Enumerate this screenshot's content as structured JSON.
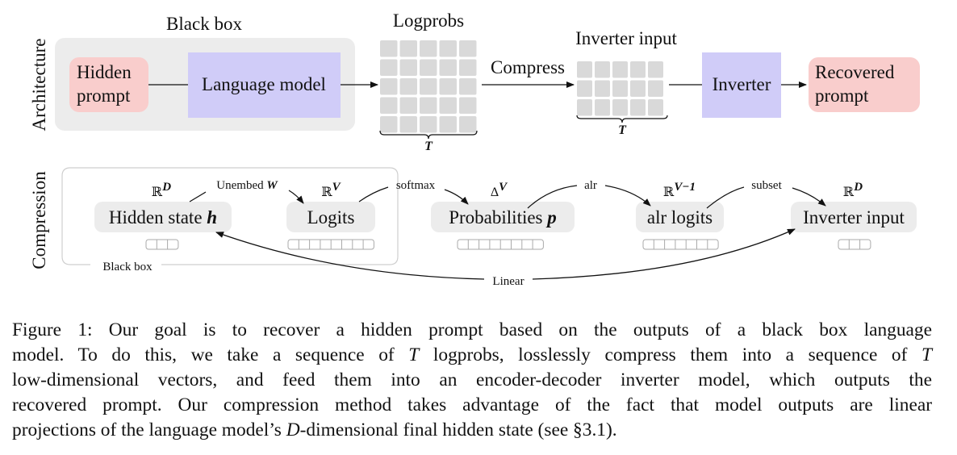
{
  "architecture": {
    "row_label": "Architecture",
    "black_box_label": "Black box",
    "hidden_prompt": [
      "Hidden",
      "prompt"
    ],
    "language_model": "Language model",
    "logprobs_label": "Logprobs",
    "logprobs_brace": "T",
    "compress_label": "Compress",
    "inverter_input_label": "Inverter input",
    "inverter_input_brace": "T",
    "inverter": "Inverter",
    "recovered_prompt": [
      "Recovered",
      "prompt"
    ]
  },
  "compression": {
    "row_label": "Compression",
    "black_box_label": "Black box",
    "nodes": [
      {
        "label": "Hidden state ",
        "var": "h",
        "space": "ℝ",
        "exp": "D"
      },
      {
        "label": "Logits",
        "var": "",
        "space": "ℝ",
        "exp": "V"
      },
      {
        "label": "Probabilities ",
        "var": "p",
        "space": "Δ",
        "exp": "V"
      },
      {
        "label": "alr logits",
        "var": "",
        "space": "ℝ",
        "exp": "V−1"
      },
      {
        "label": "Inverter input",
        "var": "",
        "space": "ℝ",
        "exp": "D"
      }
    ],
    "edges": {
      "unembed": "Unembed ",
      "unembed_var": "W",
      "softmax": "softmax",
      "alr": "alr",
      "subset": "subset",
      "linear": "Linear"
    }
  },
  "caption": {
    "line1": "Figure 1:  Our goal is to recover a hidden prompt based on the outputs of a black box language",
    "line2a": "model. To do this, we take a sequence of ",
    "line2_T1": "T",
    "line2b": " logprobs, losslessly compress them into a sequence of ",
    "line2_T2": "T",
    "line3": "low-dimensional vectors, and feed them into an encoder-decoder inverter model, which outputs the",
    "line4": "recovered prompt. Our compression method takes advantage of the fact that model outputs are linear",
    "line5a": "projections of the language model’s ",
    "line5_D": "D",
    "line5b": "-dimensional final hidden state (see §3.1)."
  },
  "colors": {
    "pink": "#f9cdcc",
    "purple": "#d0ccf8",
    "grey_box": "#ececec",
    "cell": "#d9d9d9"
  }
}
